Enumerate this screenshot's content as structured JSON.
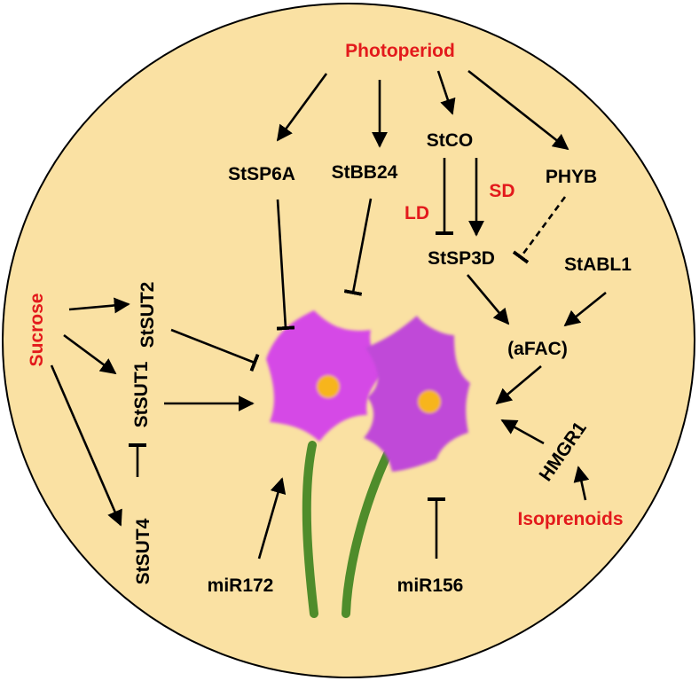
{
  "colors": {
    "background": "#fae1a3",
    "accent_red": "#e31a1c",
    "flower_petal": "#d54ae6",
    "flower_center": "#f7b51b",
    "stem": "#4f8c2b"
  },
  "labels": {
    "photoperiod": "Photoperiod",
    "stsp6a": "StSP6A",
    "stbb24": "StBB24",
    "stco": "StCO",
    "phyb": "PHYB",
    "ld": "LD",
    "sd": "SD",
    "stsp3d": "StSP3D",
    "stabl1": "StABL1",
    "afac": "(aFAC)",
    "sucrose": "Sucrose",
    "stsut2": "StSUT2",
    "stsut1": "StSUT1",
    "stsut4": "StSUT4",
    "hmgr1": "HMGR1",
    "isoprenoids": "Isoprenoids",
    "mir172": "miR172",
    "mir156": "miR156"
  }
}
